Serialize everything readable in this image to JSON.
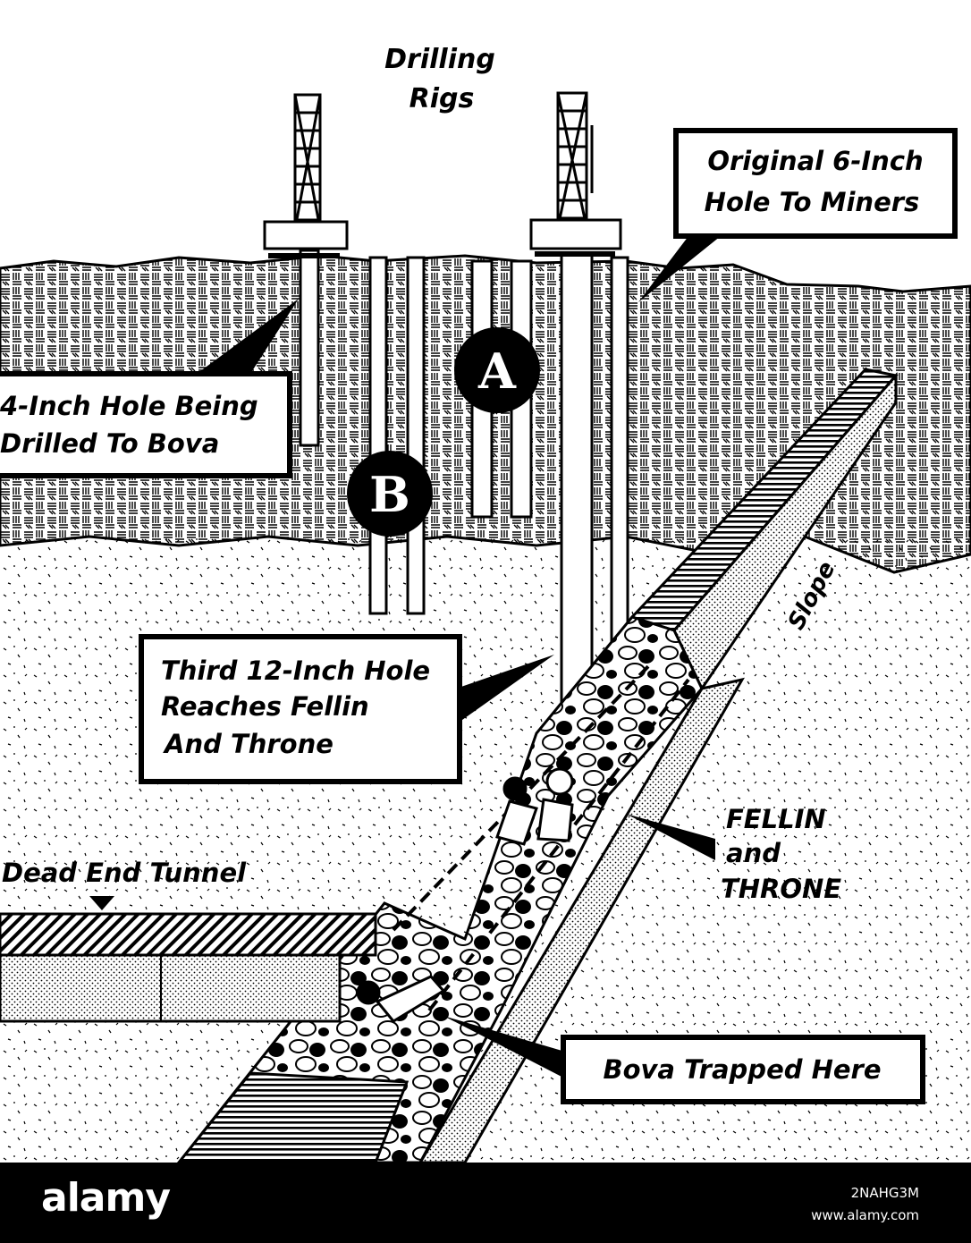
{
  "labels": {
    "drilling_rigs": [
      "Drilling",
      "Rigs"
    ],
    "original_hole": [
      "Original 6-Inch",
      "Hole To Miners"
    ],
    "four_inch_hole": [
      "4-Inch Hole Being",
      "Drilled To Bova"
    ],
    "marker_a": "A",
    "marker_b": "B",
    "slope": "Slope",
    "third_hole": [
      "Third 12-Inch Hole",
      "Reaches Fellin",
      "And Throne"
    ],
    "fellin_throne": [
      "FELLIN",
      "and",
      "THRONE"
    ],
    "dead_end_tunnel": "Dead End Tunnel",
    "bova_trapped": "Bova Trapped Here"
  },
  "footer": {
    "logo": "alamy",
    "image_id": "2NAHG3M",
    "site": "www.alamy.com"
  },
  "colors": {
    "ink": "#000000",
    "paper": "#ffffff"
  }
}
